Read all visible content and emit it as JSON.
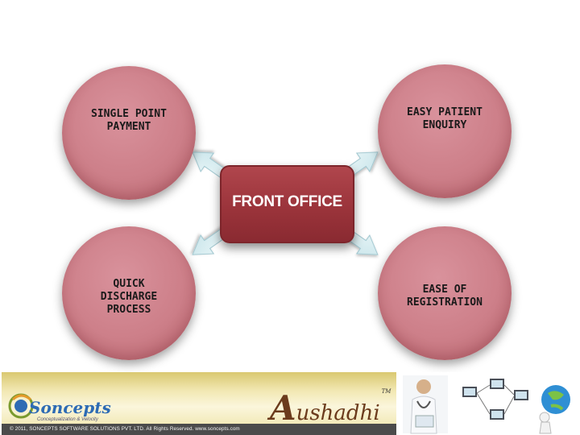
{
  "diagram": {
    "center": {
      "label": "FRONT OFFICE"
    },
    "nodes": [
      {
        "label": "SINGLE POINT\nPAYMENT"
      },
      {
        "label": "EASY PATIENT\nENQUIRY"
      },
      {
        "label": "QUICK\nDISCHARGE\nPROCESS"
      },
      {
        "label": "EASE OF\nREGISTRATION"
      }
    ]
  },
  "footer": {
    "logo_name": "Soncepts",
    "logo_tagline": "Conceptualization & Velocity",
    "brand_initial": "A",
    "brand_rest": "ushadhi",
    "brand_tm": "TM",
    "copyright": "© 2011, SONCEPTS SOFTWARE SOLUTIONS PVT. LTD.  All Rights Reserved.  www.soncepts.com"
  },
  "colors": {
    "circle_fill": "#cd7f89",
    "center_fill": "#9b343b",
    "arrow_fill": "#d7eef1",
    "arrow_stroke": "#9fc6cf"
  }
}
